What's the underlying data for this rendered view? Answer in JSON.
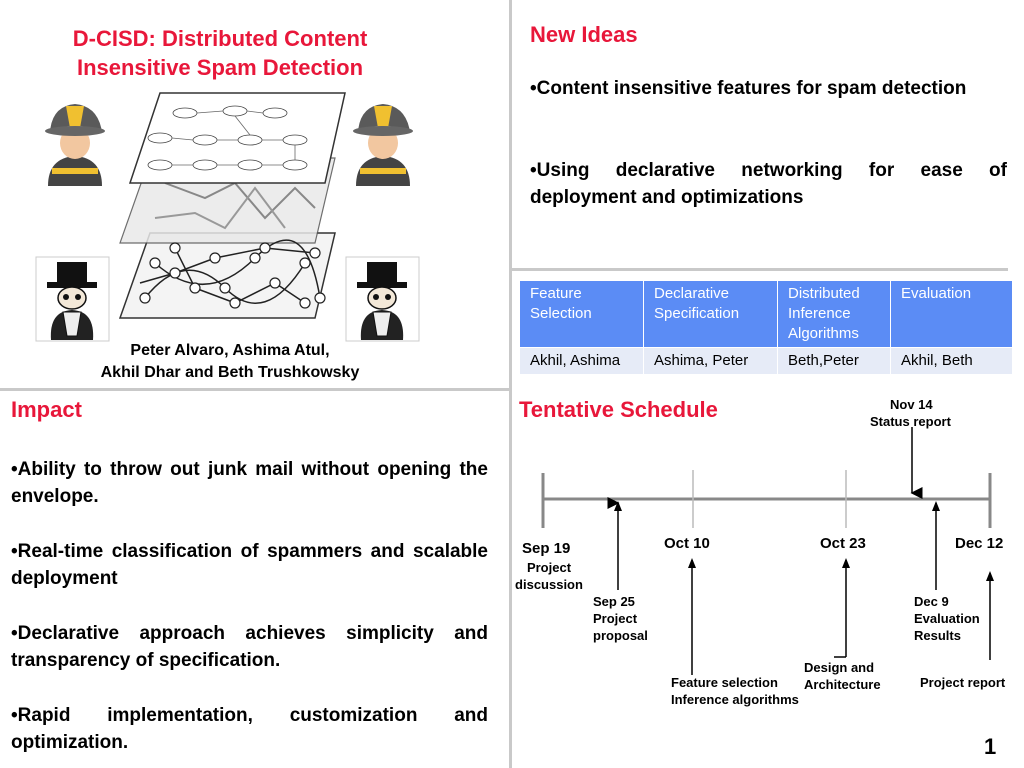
{
  "title": {
    "line1": "D-CISD: Distributed Content",
    "line2": "Insensitive Spam Detection"
  },
  "authors": {
    "line1": "Peter Alvaro, Ashima Atul,",
    "line2": "Akhil Dhar and Beth Trushkowsky"
  },
  "new_ideas": {
    "heading": "New Ideas",
    "bullets": [
      "Content insensitive features for spam detection",
      "Using declarative networking for ease of deployment and optimizations"
    ]
  },
  "table": {
    "headers": [
      "Feature Selection",
      "Declarative Specification",
      "Distributed Inference Algorithms",
      "Evaluation"
    ],
    "row": [
      "Akhil, Ashima",
      "Ashima, Peter",
      "Beth,Peter",
      "Akhil, Beth"
    ]
  },
  "impact": {
    "heading": "Impact",
    "bullets": [
      "Ability to throw out junk mail without opening the envelope.",
      "Real-time classification of spammers and scalable deployment",
      "Declarative approach achieves simplicity and transparency of specification.",
      "Rapid implementation, customization and optimization."
    ]
  },
  "schedule": {
    "heading": "Tentative Schedule",
    "milestones": {
      "sep19_date": "Sep 19",
      "sep19_label": "Project discussion",
      "sep25_date": "Sep 25",
      "sep25_line2": "Project",
      "sep25_line3": "proposal",
      "oct10_date": "Oct 10",
      "oct10_line1": "Feature selection",
      "oct10_line2": "Inference algorithms",
      "oct23_date": "Oct 23",
      "oct23_line1": "Design and",
      "oct23_line2": "Architecture",
      "nov14_date": "Nov 14",
      "nov14_label": "Status report",
      "dec9_date": "Dec 9",
      "dec9_line2": "Evaluation",
      "dec9_line3": "Results",
      "dec12_date": "Dec 12",
      "dec12_label": "Project report"
    }
  },
  "page_number": "1",
  "icons": [
    "firefighter-icon",
    "spy-icon",
    "network-layers-icon"
  ],
  "colors": {
    "heading_red": "#e8173a",
    "table_header_blue": "#5b8cf5",
    "table_row": "#e6ebf7"
  }
}
